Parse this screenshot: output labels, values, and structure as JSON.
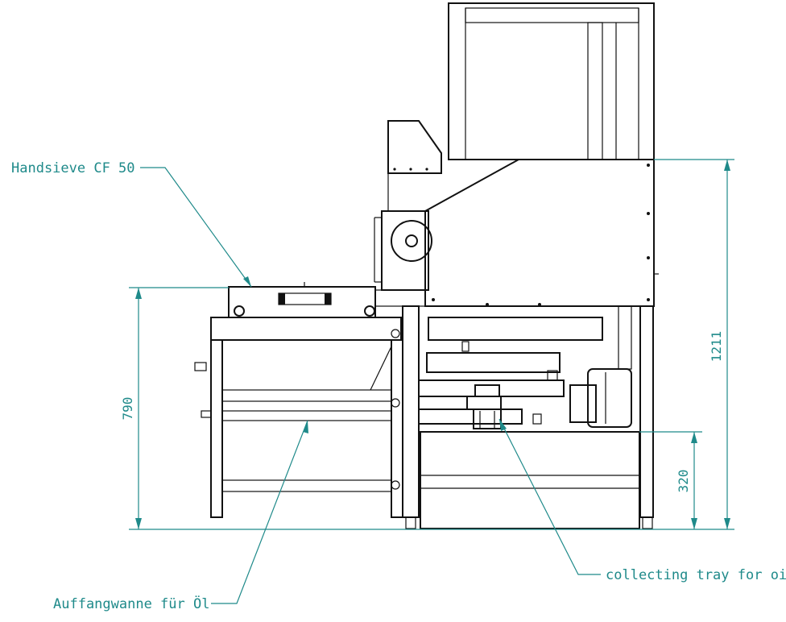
{
  "labels": {
    "handsieve": "Handsieve CF 50",
    "auffangwanne": "Auffangwanne für Öl",
    "collecting_tray": "collecting tray for oil"
  },
  "dimensions": {
    "height_790": "790",
    "height_1211": "1211",
    "height_320": "320"
  },
  "colors": {
    "annotation": "#1f8a8a",
    "machine_lines": "#111111",
    "background": "#ffffff"
  }
}
